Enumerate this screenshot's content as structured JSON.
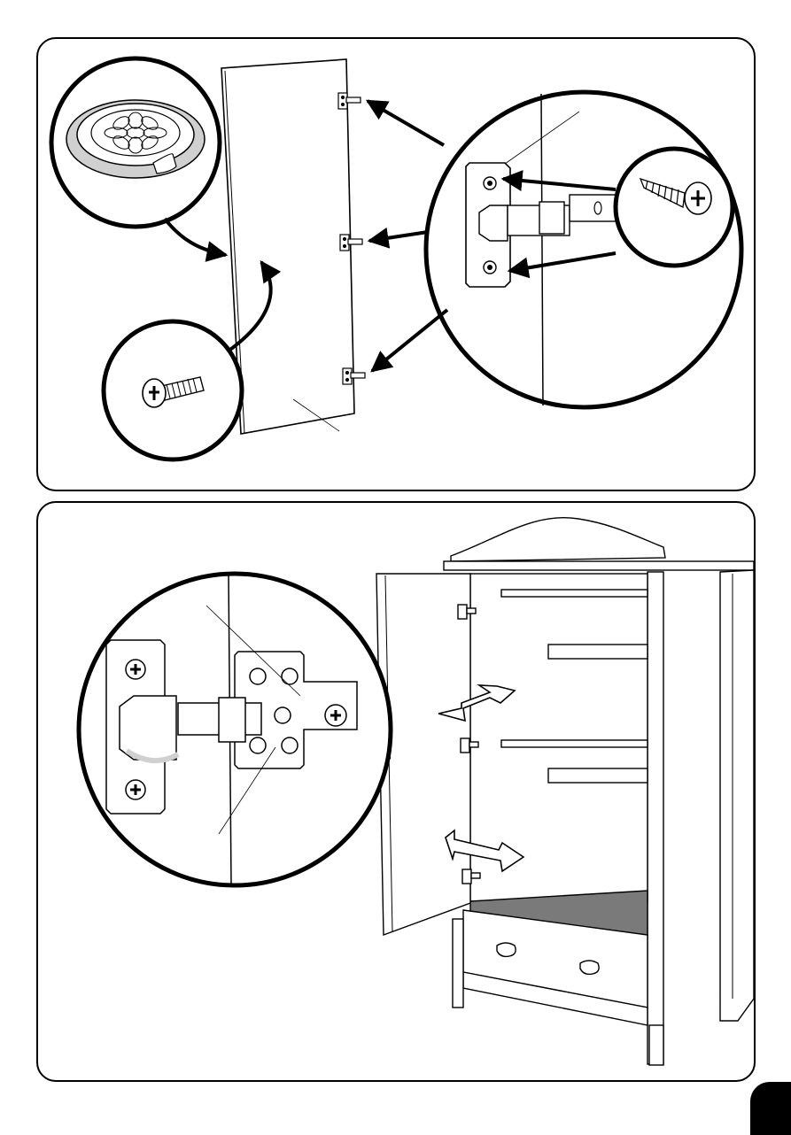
{
  "page": {
    "page_number": ""
  },
  "steps": [
    {
      "id": "step-door-hinges",
      "parts": [
        "door-panel",
        "knob",
        "bolt",
        "hinge",
        "hinge-screw"
      ]
    },
    {
      "id": "step-hinge-adjustment",
      "parts": [
        "wardrobe",
        "hinge-detail",
        "adjustment-arrows"
      ]
    }
  ],
  "colors": {
    "line": "#000000",
    "fill": "#ffffff",
    "shade": "#d0d0d0",
    "floor": "#7a7a7a"
  }
}
